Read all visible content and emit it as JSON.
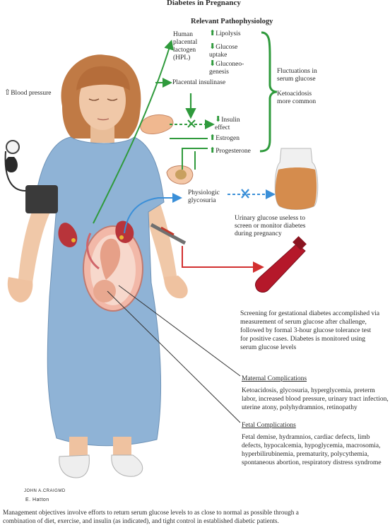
{
  "title": "Diabetes in Pregnancy",
  "subtitle": "Relevant Pathophysiology",
  "hpl_label": "Human\nplacental\nlactogen\n(HPL)",
  "effects": {
    "lipolysis": "Lipolysis",
    "glucose_uptake": "Glucose\nuptake",
    "gluconeogenesis": "Gluconeo-\ngenesis",
    "insulinase": "Placental insulinase",
    "insulin_effect": "Insulin\neffect",
    "estrogen": "Estrogen",
    "progesterone": "Progesterone"
  },
  "fluctuations": "Fluctuations in\nserum glucose",
  "ketoacidosis": "Ketoacidosis\nmore common",
  "blood_pressure": "Blood pressure",
  "glycosuria": "Physiologic\nglycosuria",
  "urinary_note": "Urinary glucose useless to\nscreen or monitor diabetes\nduring pregnancy",
  "screening": "Screening for gestational diabetes accomplished via\nmeasurement of serum glucose after challenge,\nfollowed by formal 3-hour glucose tolerance test\nfor positive cases. Diabetes is monitored using\nserum glucose levels",
  "maternal": {
    "heading": "Maternal Complications",
    "text": "Ketoacidosis, glycosuria, hyperglycemia, preterm\nlabor, increased blood pressure, urinary tract infection,\nuterine atony, polyhydramnios, retinopathy"
  },
  "fetal": {
    "heading": "Fetal Complications",
    "text": "Fetal demise, hydramnios, cardiac defects, limb\ndefects, hypocalcemia, hypoglycemia, macrosomia,\nhyperbilirubinemia, prematurity, polycythemia,\nspontaneous abortion, respiratory distress syndrome"
  },
  "footer": "Management objectives involve efforts to return serum glucose levels to as close to normal as possible through a\ncombination of diet, exercise, and insulin (as indicated), and tight control in established diabetic patients.",
  "signature": {
    "artist": "JOHN A.CRAIG",
    "suffix": "MD",
    "credit": "E. Hatton"
  },
  "colors": {
    "green": "#2f9a3c",
    "blue": "#3a8fd8",
    "red": "#d23030",
    "gown": "#8fb3d6",
    "skin": "#f0c8a8",
    "hair": "#c07a45"
  }
}
